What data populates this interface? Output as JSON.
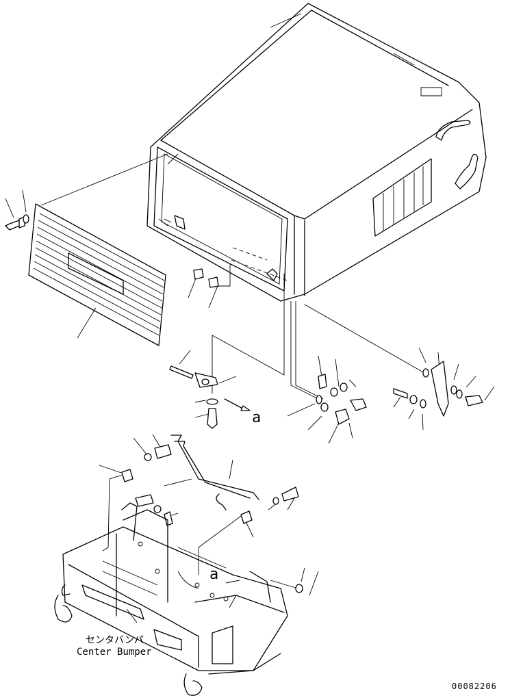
{
  "ref_marker_a": "a",
  "center_bumper_jp": "センタバンパ",
  "center_bumper_en": "Center Bumper",
  "drawing_number": "00082206"
}
